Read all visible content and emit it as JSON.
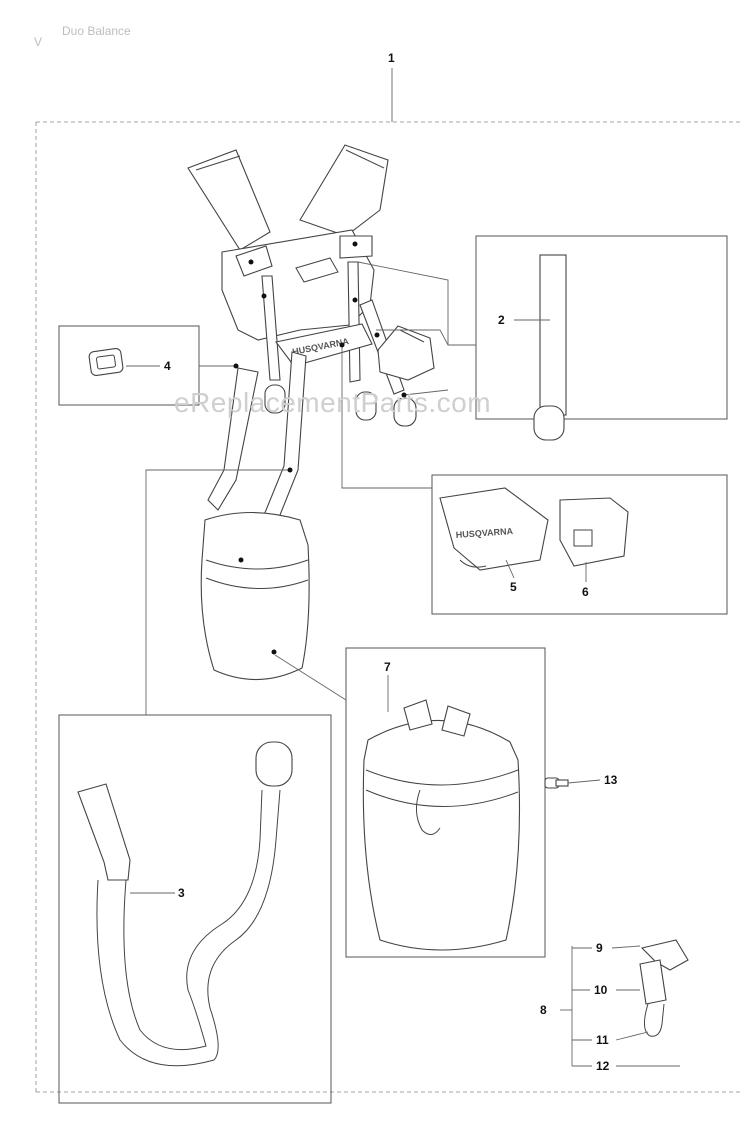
{
  "header": {
    "initial": "V",
    "title": "Duo Balance"
  },
  "watermark": "eReplacementParts.com",
  "brand_text": "HUSQVARNA",
  "callouts": [
    "1",
    "2",
    "3",
    "4",
    "5",
    "6",
    "7",
    "8",
    "9",
    "10",
    "11",
    "12",
    "13"
  ]
}
